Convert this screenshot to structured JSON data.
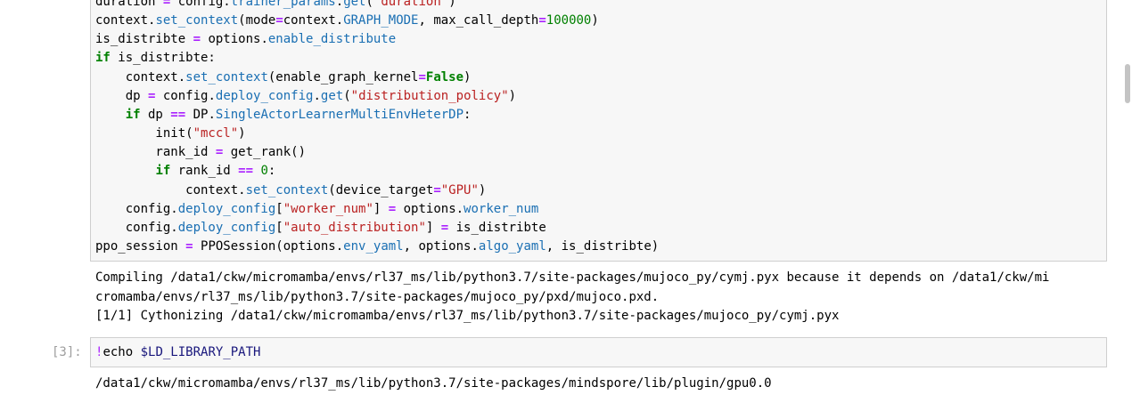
{
  "code_cell": {
    "lines": [
      [
        {
          "t": "duration "
        },
        {
          "t": "=",
          "c": "op"
        },
        {
          "t": " config."
        },
        {
          "t": "trainer_params",
          "c": "attr"
        },
        {
          "t": "."
        },
        {
          "t": "get",
          "c": "attr"
        },
        {
          "t": "("
        },
        {
          "t": "\"duration\"",
          "c": "str"
        },
        {
          "t": ")"
        }
      ],
      [
        {
          "t": "context."
        },
        {
          "t": "set_context",
          "c": "attr"
        },
        {
          "t": "(mode"
        },
        {
          "t": "=",
          "c": "op"
        },
        {
          "t": "context."
        },
        {
          "t": "GRAPH_MODE",
          "c": "attr"
        },
        {
          "t": ", max_call_depth"
        },
        {
          "t": "=",
          "c": "op"
        },
        {
          "t": "100000",
          "c": "num"
        },
        {
          "t": ")"
        }
      ],
      [
        {
          "t": "is_distribte "
        },
        {
          "t": "=",
          "c": "op"
        },
        {
          "t": " options."
        },
        {
          "t": "enable_distribute",
          "c": "attr"
        }
      ],
      [
        {
          "t": "if",
          "c": "kw"
        },
        {
          "t": " is_distribte:"
        }
      ],
      [
        {
          "t": "    context."
        },
        {
          "t": "set_context",
          "c": "attr"
        },
        {
          "t": "(enable_graph_kernel"
        },
        {
          "t": "=",
          "c": "op"
        },
        {
          "t": "False",
          "c": "kw"
        },
        {
          "t": ")"
        }
      ],
      [
        {
          "t": "    dp "
        },
        {
          "t": "=",
          "c": "op"
        },
        {
          "t": " config."
        },
        {
          "t": "deploy_config",
          "c": "attr"
        },
        {
          "t": "."
        },
        {
          "t": "get",
          "c": "attr"
        },
        {
          "t": "("
        },
        {
          "t": "\"distribution_policy\"",
          "c": "str"
        },
        {
          "t": ")"
        }
      ],
      [
        {
          "t": "    "
        },
        {
          "t": "if",
          "c": "kw"
        },
        {
          "t": " dp "
        },
        {
          "t": "==",
          "c": "op"
        },
        {
          "t": " DP."
        },
        {
          "t": "SingleActorLearnerMultiEnvHeterDP",
          "c": "attr"
        },
        {
          "t": ":"
        }
      ],
      [
        {
          "t": "        init("
        },
        {
          "t": "\"mccl\"",
          "c": "str"
        },
        {
          "t": ")"
        }
      ],
      [
        {
          "t": "        rank_id "
        },
        {
          "t": "=",
          "c": "op"
        },
        {
          "t": " get_rank()"
        }
      ],
      [
        {
          "t": "        "
        },
        {
          "t": "if",
          "c": "kw"
        },
        {
          "t": " rank_id "
        },
        {
          "t": "==",
          "c": "op"
        },
        {
          "t": " "
        },
        {
          "t": "0",
          "c": "num"
        },
        {
          "t": ":"
        }
      ],
      [
        {
          "t": "            context."
        },
        {
          "t": "set_context",
          "c": "attr"
        },
        {
          "t": "(device_target"
        },
        {
          "t": "=",
          "c": "op"
        },
        {
          "t": "\"GPU\"",
          "c": "str"
        },
        {
          "t": ")"
        }
      ],
      [
        {
          "t": "    config."
        },
        {
          "t": "deploy_config",
          "c": "attr"
        },
        {
          "t": "["
        },
        {
          "t": "\"worker_num\"",
          "c": "str"
        },
        {
          "t": "] "
        },
        {
          "t": "=",
          "c": "op"
        },
        {
          "t": " options."
        },
        {
          "t": "worker_num",
          "c": "attr"
        }
      ],
      [
        {
          "t": "    config."
        },
        {
          "t": "deploy_config",
          "c": "attr"
        },
        {
          "t": "["
        },
        {
          "t": "\"auto_distribution\"",
          "c": "str"
        },
        {
          "t": "] "
        },
        {
          "t": "=",
          "c": "op"
        },
        {
          "t": " is_distribte"
        }
      ],
      [
        {
          "t": "ppo_session "
        },
        {
          "t": "=",
          "c": "op"
        },
        {
          "t": " PPOSession(options."
        },
        {
          "t": "env_yaml",
          "c": "attr"
        },
        {
          "t": ", options."
        },
        {
          "t": "algo_yaml",
          "c": "attr"
        },
        {
          "t": ", is_distribte)"
        }
      ]
    ]
  },
  "output_1": {
    "lines": [
      "Compiling /data1/ckw/micromamba/envs/rl37_ms/lib/python3.7/site-packages/mujoco_py/cymj.pyx because it depends on /data1/ckw/mi",
      "cromamba/envs/rl37_ms/lib/python3.7/site-packages/mujoco_py/pxd/mujoco.pxd.",
      "[1/1] Cythonizing /data1/ckw/micromamba/envs/rl37_ms/lib/python3.7/site-packages/mujoco_py/cymj.pyx"
    ]
  },
  "cell_3": {
    "prompt": "[3]:",
    "code": [
      {
        "t": "!",
        "c": "bang"
      },
      {
        "t": "echo "
      },
      {
        "t": "$LD_LIBRARY_PATH",
        "c": "var"
      }
    ],
    "output": "/data1/ckw/micromamba/envs/rl37_ms/lib/python3.7/site-packages/mindspore/lib/plugin/gpu0.0"
  }
}
